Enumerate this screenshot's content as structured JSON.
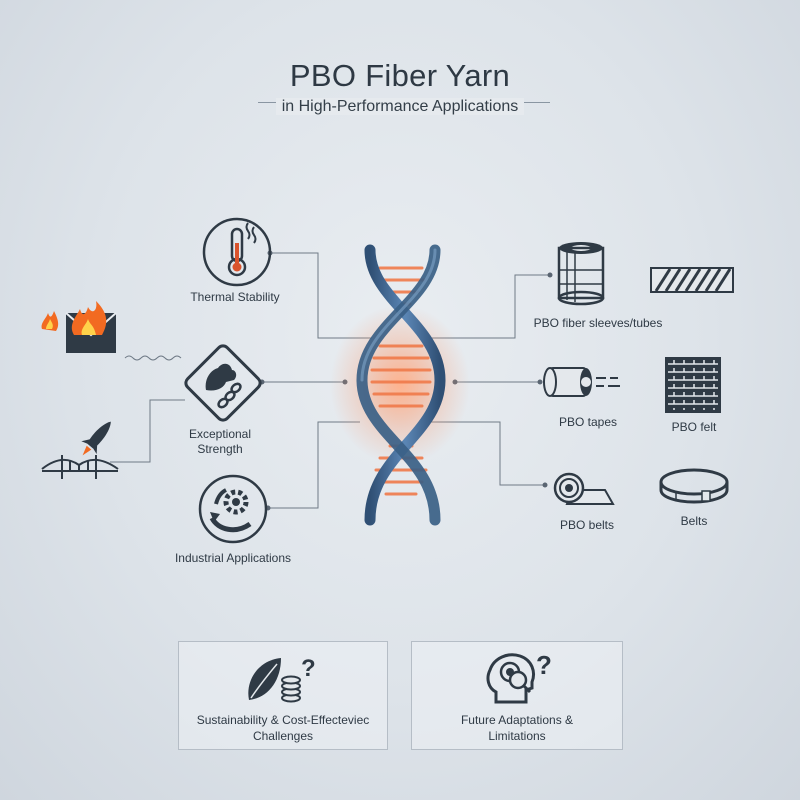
{
  "header": {
    "title": "PBO Fiber Yarn",
    "subtitle": "in High-Performance Applications"
  },
  "left_nodes": {
    "thermal": "Thermal Stability",
    "strength_line1": "Exceptional",
    "strength_line2": "Strength",
    "industrial": "Industrial Applications"
  },
  "right_nodes": {
    "sleeves": "PBO fiber sleeves/tubes",
    "tapes": "PBO tapes",
    "felt": "PBO felt",
    "pbo_belts": "PBO belts",
    "belts": "Belts"
  },
  "cards": {
    "sustainability_line1": "Sustainability & Cost-Effecteviec",
    "sustainability_line2": "Challenges",
    "future_line1": "Future Adaptations &",
    "future_line2": "Limitations"
  },
  "icons": {
    "question": "?"
  },
  "colors": {
    "dark_slate": "#2f3a45",
    "helix_blue": "#3a5f86",
    "glow_orange": "#f07a4a",
    "fire_orange": "#f26a21"
  }
}
